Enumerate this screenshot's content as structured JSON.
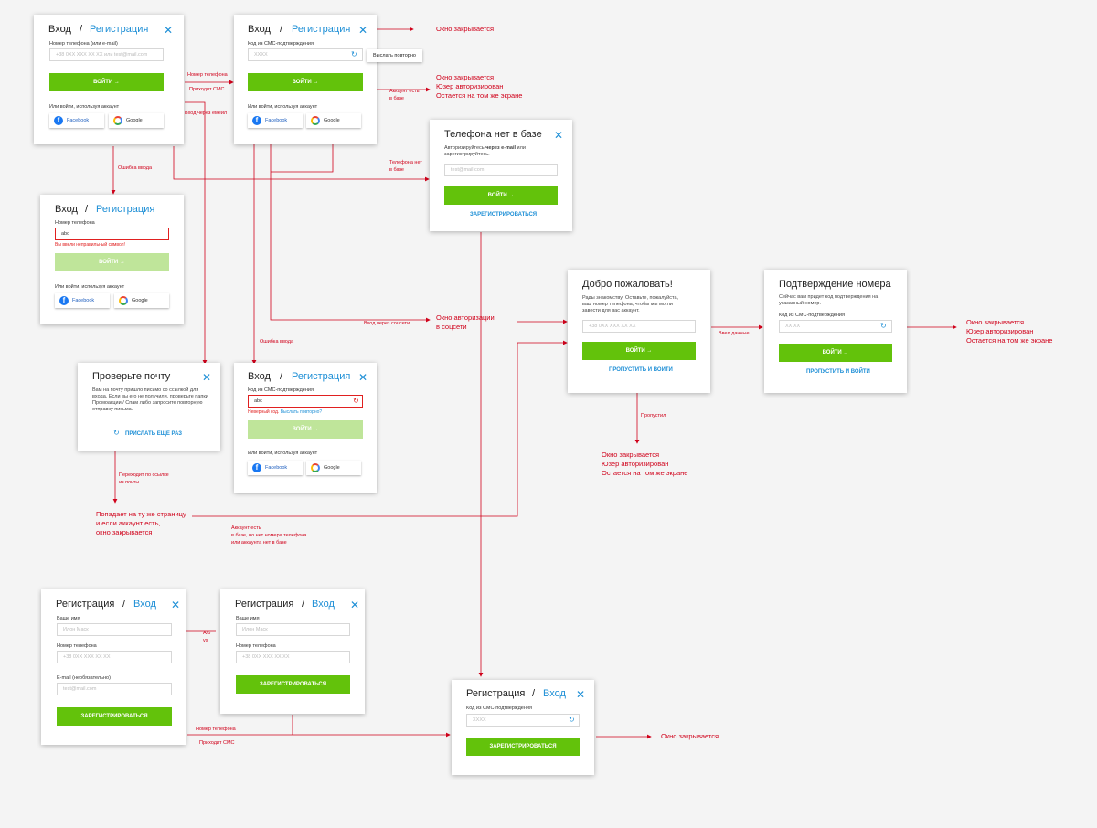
{
  "common": {
    "login": "Вход",
    "register": "Регистрация",
    "slash": "/",
    "close": "✕",
    "login_btn": "ВОЙТИ →",
    "or_social": "Или войти, используя аккаунт",
    "facebook": "Facebook",
    "google": "Google",
    "register_btn": "ЗАРЕГИСТРИРОВАТЬСЯ",
    "sms_code_label": "Код из СМС-подтверждения",
    "sms_placeholder": "XXXX",
    "skip_login": "ПРОПУСТИТЬ И ВОЙТИ"
  },
  "card_login": {
    "field_label": "Номер телефона (или e-mail)",
    "placeholder": "+38 0XX XXX XX XX или test@mail.com"
  },
  "card_sms": {
    "tooltip": "Выслать повторно"
  },
  "card_error": {
    "field_label": "Номер телефона",
    "value": "abc",
    "error": "Вы ввели неправильный символ!"
  },
  "card_nophone": {
    "title": "Телефона нет в базе",
    "text_pre": "Авторизируйтесь ",
    "text_bold": "через e-mail",
    "text_post": " или зарегистрируйтесь.",
    "placeholder": "test@mail.com",
    "register_link": "ЗАРЕГИСТРИРОВАТЬСЯ"
  },
  "card_welcome": {
    "title": "Добро пожаловать!",
    "text": "Рады знакомству! Оставьте, пожалуйста, ваш номер телефона, чтобы мы могли завести для вас аккаунт.",
    "placeholder": "+38 0XX XXX XX XX"
  },
  "card_confirm": {
    "title": "Подтверждение номера",
    "text": "Сейчас вам придет код подтверждения на указанный номер.",
    "placeholder": "XX XX"
  },
  "card_email": {
    "title": "Проверьте почту",
    "text": "Вам на почту пришло письмо со ссылкой для входа. Если вы его не получили, проверьте папки Промоакции / Спам либо запросите повторную отправку письма.",
    "resend": "ПРИСЛАТЬ ЕЩЕ РАЗ"
  },
  "card_sms_error": {
    "value": "abc",
    "error_pre": "Неверный код. ",
    "error_link": "Выслать повторно?"
  },
  "card_reg": {
    "name_label": "Ваше имя",
    "name_placeholder": "Илон Маск",
    "phone_label": "Номер телефона",
    "phone_placeholder": "+38 0XX XXX XX XX",
    "email_label": "E-mail (необязательно)",
    "email_placeholder": "test@mail.com"
  },
  "notes": {
    "closes_1": "Окно закрывается",
    "authorized_1": "Окно закрывается\nЮзер авторизирован\nОстается на том же экране",
    "phone_number": "Номер телефона",
    "sms_arrives": "Приходит СМС",
    "email_login": "Вход через емейл",
    "account_in_db": "Аккаунт есть\nв базе",
    "phone_not_db": "Телефона нет\nв базе",
    "input_error_1": "Ошибка ввода",
    "input_error_2": "Ошибка ввода",
    "social_login": "Вход через соцсети",
    "social_window": "Окно авторизации\nв соцсети",
    "entered_data": "Ввел данные",
    "authorized_2": "Окно закрывается\nЮзер авторизирован\nОстается на том же экране",
    "skipped": "Пропустил",
    "authorized_3": "Окно закрывается\nЮзер авторизирован\nОстается на том же экране",
    "follows_link": "Переходит по ссылке\nиз почты",
    "lands_same_page": "Попадает на ту же страницу\nи если аккаунт есть,\nокно закрывается",
    "account_no_phone": "Аккаунт есть\nв базе, но нет номера телефона\nили аккаунта нет в базе",
    "ab_vs": "A/b\nvs",
    "reg_phone": "Номер телефона",
    "reg_sms": "Приходит СМС",
    "closes_final": "Окно закрывается"
  }
}
